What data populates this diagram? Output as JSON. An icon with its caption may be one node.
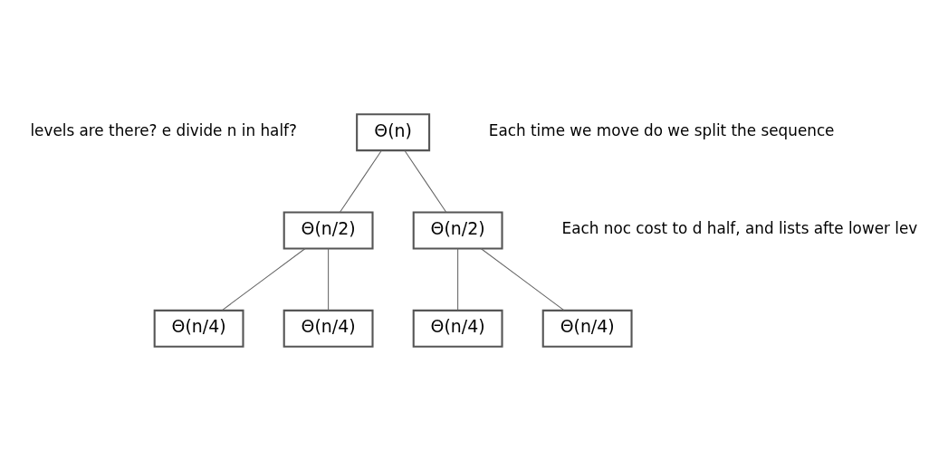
{
  "diagram": {
    "nodes": [
      {
        "text": [
          "Θ(n)"
        ]
      },
      {
        "text": [
          "Θ(n/2)"
        ]
      },
      {
        "text": [
          "Θ(n/2)"
        ]
      },
      {
        "text": [
          "Θ(n/4)"
        ]
      },
      {
        "text": [
          "Θ(n/4)"
        ]
      },
      {
        "text": [
          "Θ(n/4)"
        ]
      },
      {
        "text": [
          "Θ(n/4)"
        ]
      }
    ],
    "edges": [
      {
        "from": 0,
        "to": 1,
        "arrow": "none"
      },
      {
        "from": 0,
        "to": 2,
        "arrow": "none"
      },
      {
        "from": 1,
        "to": 3,
        "arrow": "none"
      },
      {
        "from": 1,
        "to": 4,
        "arrow": "none"
      },
      {
        "from": 2,
        "to": 5,
        "arrow": "none"
      },
      {
        "from": 2,
        "to": 6,
        "arrow": "none"
      }
    ],
    "labels": [
      "levels are there? e divide n in half?",
      "Each time we move do we split the sequence",
      "Each noc cost to d half, and lists afte lower lev"
    ]
  }
}
